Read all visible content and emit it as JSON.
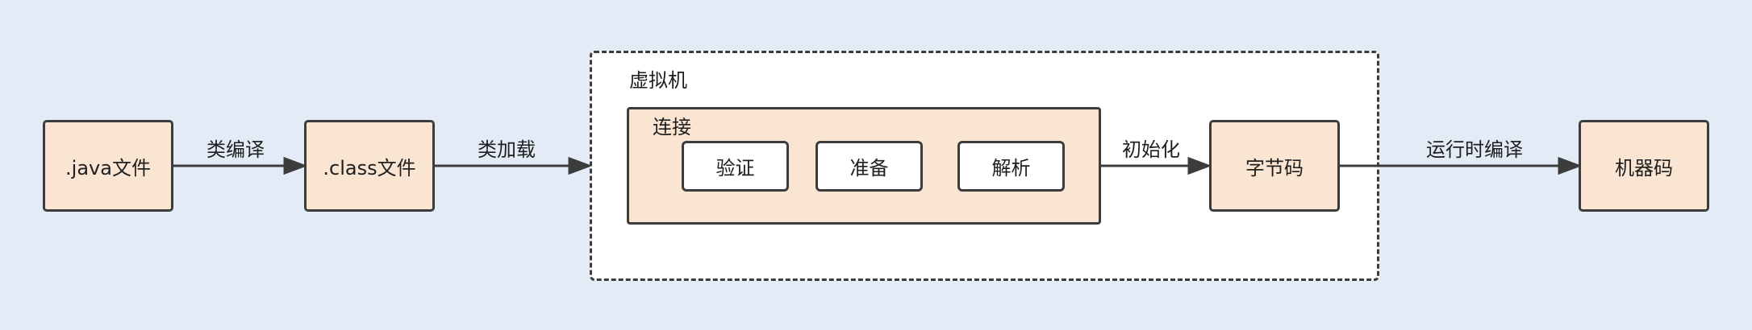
{
  "nodes": {
    "java_file": ".java文件",
    "class_file": ".class文件",
    "vm": "虚拟机",
    "link": "连接",
    "verify": "验证",
    "prepare": "准备",
    "resolve": "解析",
    "bytecode": "字节码",
    "machine_code": "机器码"
  },
  "edges": {
    "compile": "类编译",
    "load": "类加载",
    "init": "初始化",
    "runtime_compile": "运行时编译"
  }
}
